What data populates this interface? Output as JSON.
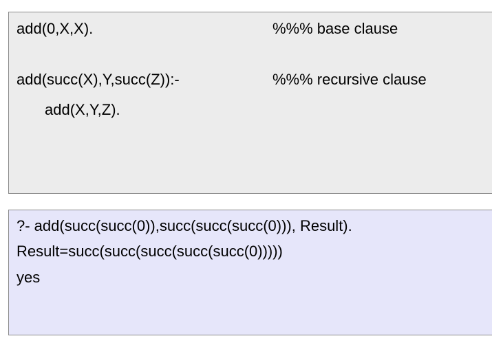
{
  "program": {
    "base_clause_code": "add(0,X,X).",
    "base_clause_comment": "%%% base clause",
    "recursive_clause_head": "add(succ(X),Y,succ(Z)):-",
    "recursive_clause_body": "add(X,Y,Z).",
    "recursive_clause_comment": "%%% recursive clause"
  },
  "query": {
    "lines": [
      "?- add(succ(succ(0)),succ(succ(succ(0))), Result).",
      "Result=succ(succ(succ(succ(succ(0)))))",
      "yes"
    ]
  },
  "colors": {
    "program_background": "#ececec",
    "query_background": "#e6e6fa",
    "border": "#8a8a8a"
  }
}
